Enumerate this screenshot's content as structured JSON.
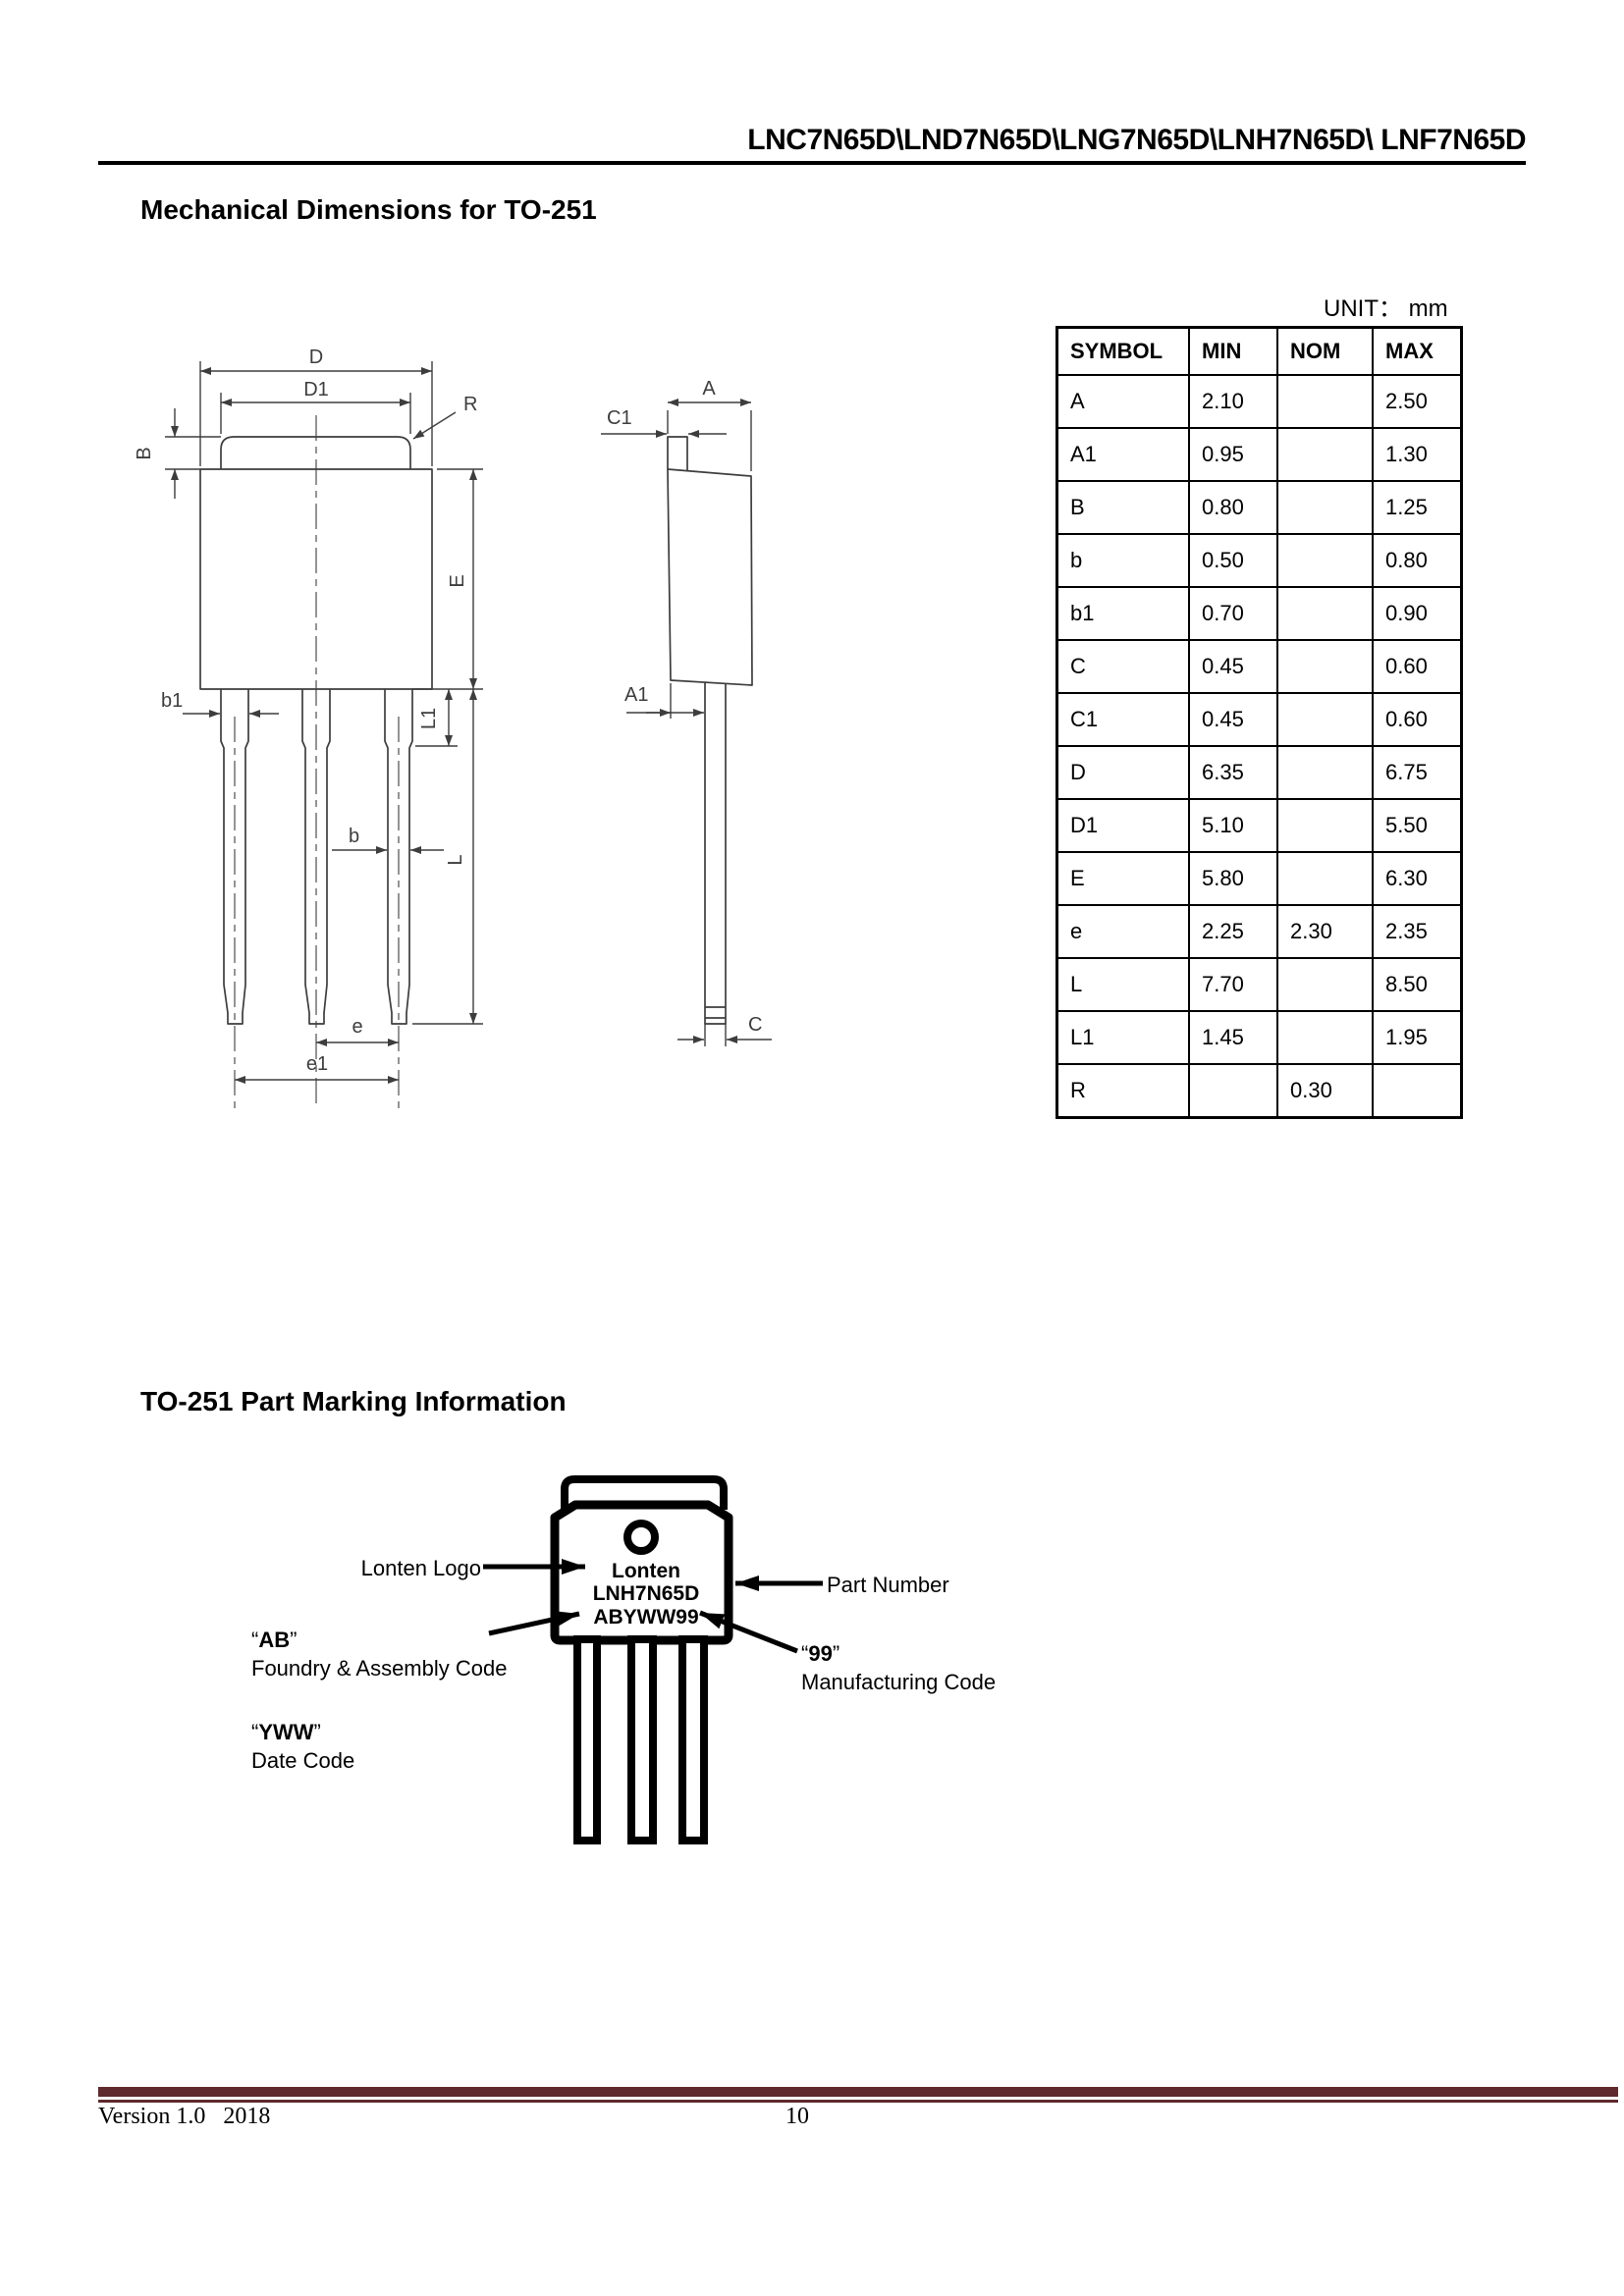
{
  "header": {
    "title": "LNC7N65D\\LND7N65D\\LNG7N65D\\LNH7N65D\\ LNF7N65D"
  },
  "mech_section": {
    "heading": "Mechanical Dimensions for TO-251",
    "unit_label": "UNIT： mm"
  },
  "dim_table": {
    "headers": [
      "SYMBOL",
      "MIN",
      "NOM",
      "MAX"
    ],
    "rows": [
      {
        "symbol": "A",
        "min": "2.10",
        "nom": "",
        "max": "2.50"
      },
      {
        "symbol": "A1",
        "min": "0.95",
        "nom": "",
        "max": "1.30"
      },
      {
        "symbol": "B",
        "min": "0.80",
        "nom": "",
        "max": "1.25"
      },
      {
        "symbol": "b",
        "min": "0.50",
        "nom": "",
        "max": "0.80"
      },
      {
        "symbol": "b1",
        "min": "0.70",
        "nom": "",
        "max": "0.90"
      },
      {
        "symbol": "C",
        "min": "0.45",
        "nom": "",
        "max": "0.60"
      },
      {
        "symbol": "C1",
        "min": "0.45",
        "nom": "",
        "max": "0.60"
      },
      {
        "symbol": "D",
        "min": "6.35",
        "nom": "",
        "max": "6.75"
      },
      {
        "symbol": "D1",
        "min": "5.10",
        "nom": "",
        "max": "5.50"
      },
      {
        "symbol": "E",
        "min": "5.80",
        "nom": "",
        "max": "6.30"
      },
      {
        "symbol": "e",
        "min": "2.25",
        "nom": "2.30",
        "max": "2.35"
      },
      {
        "symbol": "L",
        "min": "7.70",
        "nom": "",
        "max": "8.50"
      },
      {
        "symbol": "L1",
        "min": "1.45",
        "nom": "",
        "max": "1.95"
      },
      {
        "symbol": "R",
        "min": "",
        "nom": "0.30",
        "max": ""
      }
    ]
  },
  "front_view": {
    "labels": {
      "D": "D",
      "D1": "D1",
      "R": "R",
      "B": "B",
      "E": "E",
      "b1": "b1",
      "L1": "L1",
      "b": "b",
      "L": "L",
      "e": "e",
      "e1": "e1"
    }
  },
  "side_view": {
    "labels": {
      "A": "A",
      "C1": "C1",
      "A1": "A1",
      "C": "C"
    }
  },
  "marking_section": {
    "heading": "TO-251 Part Marking Information",
    "package": {
      "logo_text": "Lonten",
      "part_number": "LNH7N65D",
      "lot_code": "ABYWW99"
    },
    "callouts": {
      "quote_open": "“",
      "quote_close": "”",
      "logo": "Lonten Logo",
      "part_number": "Part Number",
      "ab_code": "AB",
      "ab_desc": "Foundry & Assembly Code",
      "mfg_code": "99",
      "mfg_desc": "Manufacturing Code",
      "date_code": "YWW",
      "date_desc": "Date Code"
    }
  },
  "footer": {
    "version_text": "Version 1.0   2018",
    "page_number": "10",
    "rule_color": "#5e2a2d"
  }
}
